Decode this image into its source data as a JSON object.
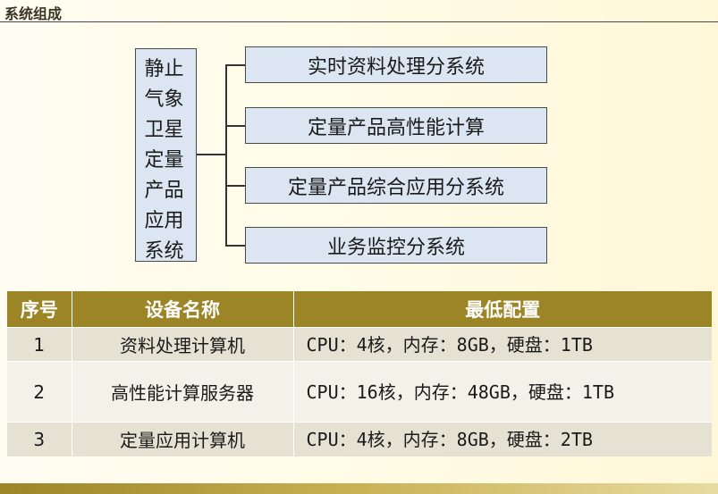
{
  "page": {
    "title": "系统组成"
  },
  "diagram": {
    "main_label": "静止气象卫星定量产品应用系统",
    "subsystems": [
      "实时资料处理分系统",
      "定量产品高性能计算",
      "定量产品综合应用分系统",
      "业务监控分系统"
    ]
  },
  "table": {
    "headers": [
      "序号",
      "设备名称",
      "最低配置"
    ],
    "rows": [
      {
        "index": "1",
        "name": "资料处理计算机",
        "config": "CPU：4核，内存：8GB，硬盘：1TB"
      },
      {
        "index": "2",
        "name": "高性能计算服务器",
        "config": "CPU：16核，内存：48GB，硬盘：1TB"
      },
      {
        "index": "3",
        "name": "定量应用计算机",
        "config": "CPU：4核，内存：8GB，硬盘：2TB"
      }
    ]
  },
  "colors": {
    "header_bg": "#9c8526",
    "box_fill": "#dce6f2",
    "row_odd": "#e5e2d3",
    "row_even": "#f3f1e8"
  }
}
